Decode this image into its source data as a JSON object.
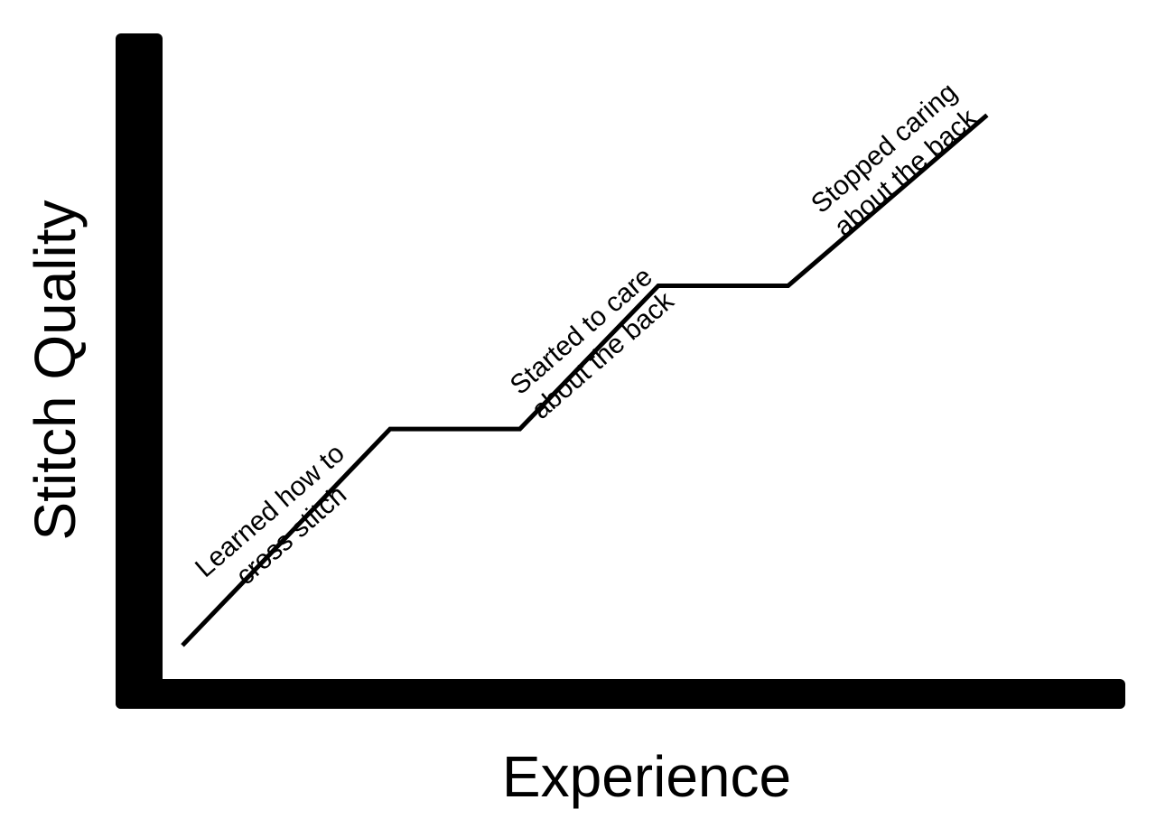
{
  "chart_data": {
    "type": "line",
    "title": "",
    "xlabel": "Experience",
    "ylabel": "Stitch Quality",
    "xlim": [
      0,
      10
    ],
    "ylim": [
      0,
      10
    ],
    "grid": false,
    "legend": "none",
    "colors": {
      "axis": "#000000",
      "line": "#000000",
      "background": "#ffffff"
    },
    "series": [
      {
        "x": [
          0,
          2.4,
          3.9,
          5.5,
          7.0,
          9.3
        ],
        "y": [
          0.3,
          3.85,
          3.85,
          6.2,
          6.2,
          9.0
        ]
      }
    ],
    "annotations": [
      {
        "lines": [
          "Learned how to",
          "cross stitch"
        ],
        "x": 1.2,
        "y": 2.2
      },
      {
        "lines": [
          "Started to care",
          "about the back"
        ],
        "x": 4.8,
        "y": 5.15
      },
      {
        "lines": [
          "Stopped caring",
          "about the back"
        ],
        "x": 8.3,
        "y": 8.15
      }
    ]
  }
}
